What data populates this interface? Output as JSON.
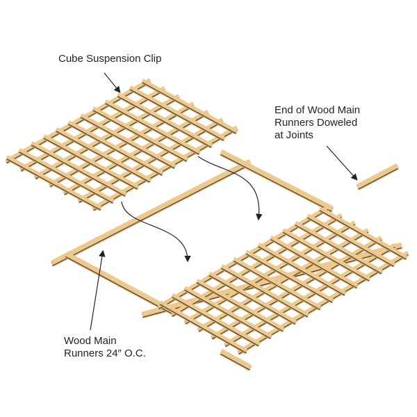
{
  "labels": {
    "clip": "Cube Suspension Clip",
    "end_line1": "End of Wood Main",
    "end_line2": "Runners Doweled",
    "end_line3": "at Joints",
    "runners_line1": "Wood Main",
    "runners_line2": "Runners 24″ O.C."
  },
  "colors": {
    "wood": "#ecc98f",
    "wood_dark": "#c99a58",
    "edge": "#2a2a2a"
  }
}
